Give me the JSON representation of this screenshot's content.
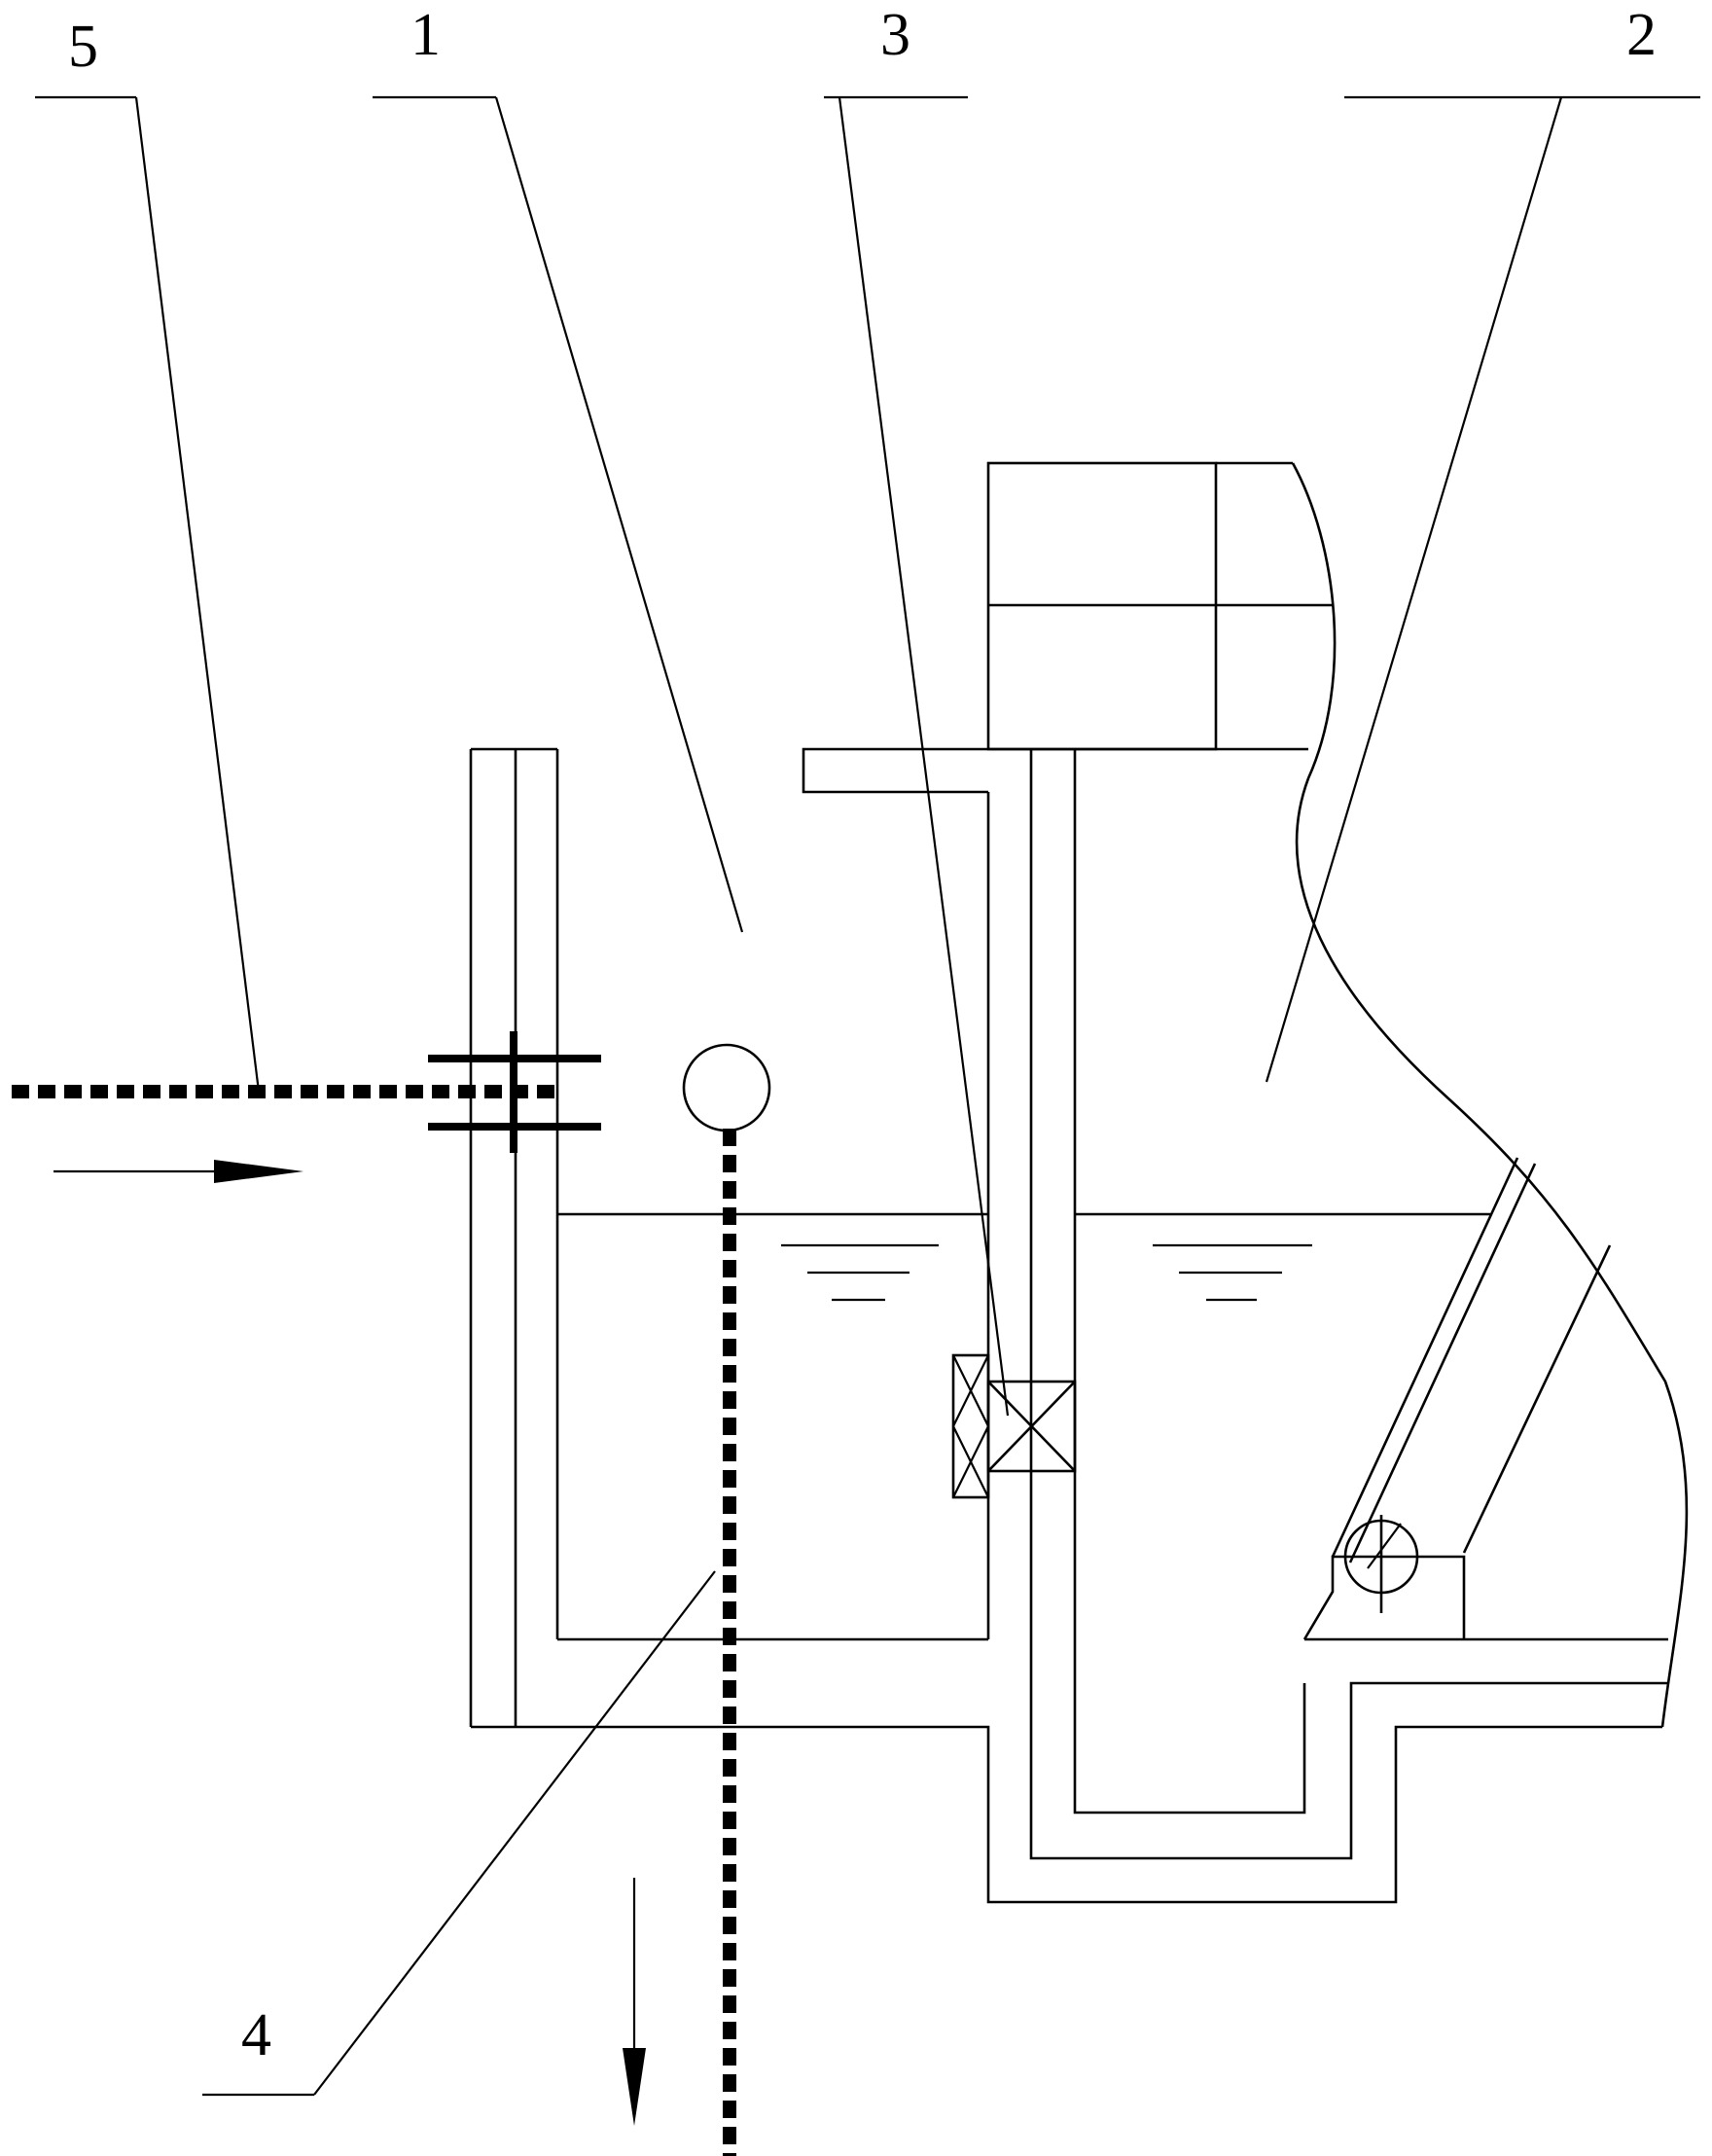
{
  "labels": {
    "l1": "1",
    "l2": "2",
    "l3": "3",
    "l4": "4",
    "l5": "5"
  },
  "colors": {
    "line": "#000000",
    "background": "#ffffff"
  },
  "icons": [
    "flow-arrow-right-icon",
    "flow-arrow-down-icon",
    "float-ball-icon",
    "valve-icon",
    "pulley-icon"
  ]
}
